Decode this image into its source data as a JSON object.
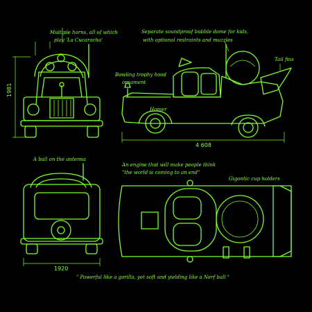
{
  "annotations": {
    "horns": [
      "Multiple horns, all of which",
      "play 'La Cucaracha'"
    ],
    "bubble_dome": [
      "Separate soundproof bubble dome for kids,",
      "with optional restraints and muzzles"
    ],
    "tail_fins": "Tail fins",
    "hood_ornament": [
      "Bowling trophy hood",
      "ornament"
    ],
    "antenna_ball": "A ball on the antenna",
    "engine": [
      "An engine that will make people think",
      "\"the world is coming to an end\""
    ],
    "cup_holders": "Gigantic cup holders",
    "quote": "\" Powerful like a gorilla, yet soft and yielding like a Nerf ball \""
  },
  "dimensions": {
    "height": "1981",
    "length": "4 608",
    "width": "1920"
  },
  "badge": "Homer",
  "colors": {
    "background": "#000000",
    "line": "#7dff2a",
    "text": "#8fff3a"
  }
}
